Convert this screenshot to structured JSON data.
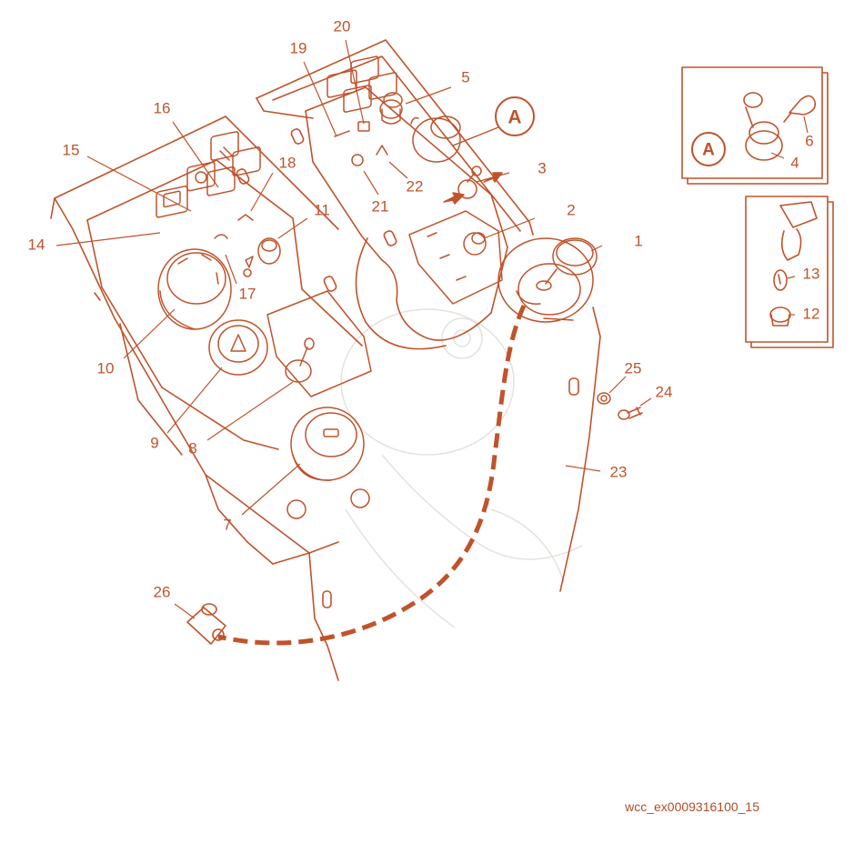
{
  "colors": {
    "line": "#c0532c",
    "text": "#c0532c",
    "caption": "#b14a2a",
    "paper": "#ffffff",
    "ghost": "#e6e1dc"
  },
  "figure": {
    "caption": "wcc_ex0009316100_15"
  },
  "detail_callout": {
    "letter": "A"
  },
  "callouts": [
    {
      "n": "1"
    },
    {
      "n": "2"
    },
    {
      "n": "3"
    },
    {
      "n": "4"
    },
    {
      "n": "5"
    },
    {
      "n": "6"
    },
    {
      "n": "7"
    },
    {
      "n": "8"
    },
    {
      "n": "9"
    },
    {
      "n": "10"
    },
    {
      "n": "11"
    },
    {
      "n": "12"
    },
    {
      "n": "13"
    },
    {
      "n": "14"
    },
    {
      "n": "15"
    },
    {
      "n": "16"
    },
    {
      "n": "17"
    },
    {
      "n": "18"
    },
    {
      "n": "19"
    },
    {
      "n": "20"
    },
    {
      "n": "21"
    },
    {
      "n": "22"
    },
    {
      "n": "23"
    },
    {
      "n": "24"
    },
    {
      "n": "25"
    },
    {
      "n": "26"
    }
  ]
}
